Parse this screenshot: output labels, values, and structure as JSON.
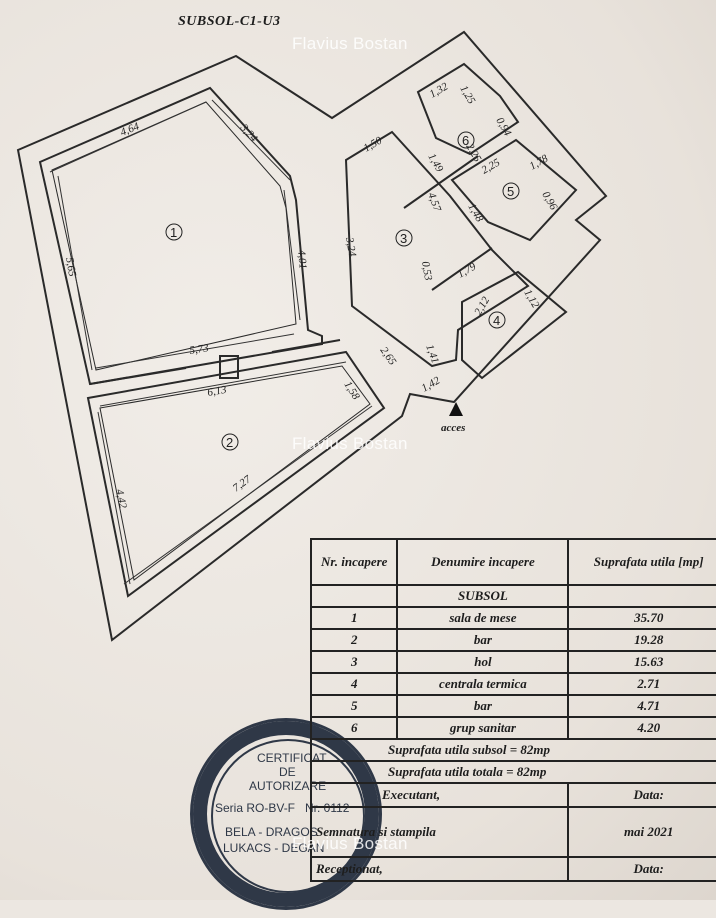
{
  "plan": {
    "title": "SUBSOL-C1-U3",
    "access_label": "acces",
    "room_markers": [
      "1",
      "2",
      "3",
      "4",
      "5",
      "6"
    ],
    "dimensions": [
      "4,64",
      "3,24",
      "5,65",
      "4,01",
      "5,73",
      "6,13",
      "1,58",
      "4,42",
      "7,27",
      "3,24",
      "2,65",
      "1,41",
      "1,42",
      "1,50",
      "4,57",
      "0,53",
      "1,79",
      "1,32",
      "1,25",
      "0,94",
      "1,49",
      "2,25",
      "2,25",
      "1,78",
      "0,96",
      "1,48",
      "1,12",
      "2,12"
    ]
  },
  "watermark": "Flavius Bostan",
  "table": {
    "headers": [
      "Nr. incapere",
      "Denumire incapere",
      "Suprafata utila [mp]"
    ],
    "section": "SUBSOL",
    "rows": [
      {
        "nr": "1",
        "name": "sala de mese",
        "area": "35.70"
      },
      {
        "nr": "2",
        "name": "bar",
        "area": "19.28"
      },
      {
        "nr": "3",
        "name": "hol",
        "area": "15.63"
      },
      {
        "nr": "4",
        "name": "centrala termica",
        "area": "2.71"
      },
      {
        "nr": "5",
        "name": "bar",
        "area": "4.71"
      },
      {
        "nr": "6",
        "name": "grup sanitar",
        "area": "4.20"
      }
    ],
    "sum_subsol": "Suprafata utila subsol = 82mp",
    "sum_total": "Suprafata utila totala = 82mp",
    "executant": "Executant,",
    "semnatura": "Semnatura si stampila",
    "receptionat": "Receptionat,",
    "data_label": "Data:",
    "data_value": "mai 2021",
    "data_label2": "Data:"
  },
  "stamp": {
    "lines": [
      "CERTIFICAT",
      "DE",
      "AUTORIZARE",
      "Seria RO-BV-F",
      "Nr. 0112",
      "BELA - DRAGOS",
      "LUKACS - DEGAN"
    ]
  },
  "colors": {
    "ink": "#1d1d1d",
    "stamp": "#2f3847",
    "paper": "#ece7e1"
  }
}
